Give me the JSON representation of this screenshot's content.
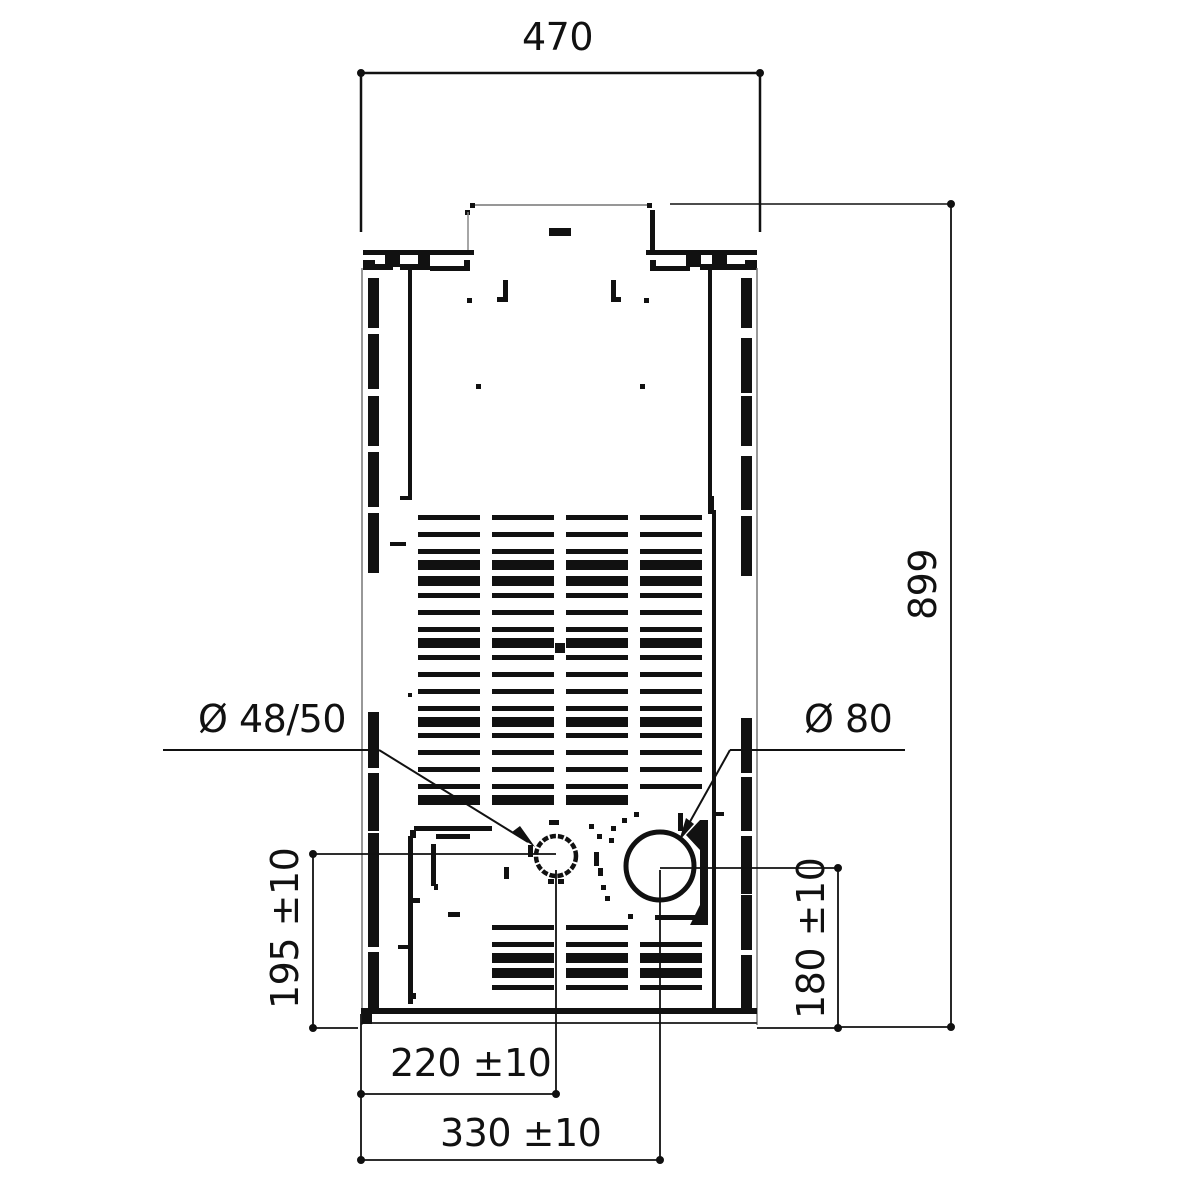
{
  "drawing": {
    "type": "technical dimension drawing (rear view)",
    "line_color": "#111111",
    "background": "#ffffff",
    "units": "mm"
  },
  "dimensions": {
    "overall_width": "470",
    "overall_height": "899",
    "small_outlet_diameter": "Ø 48/50",
    "large_outlet_diameter": "Ø 80",
    "small_outlet_height": "195 ±10",
    "large_outlet_height": "180 ±10",
    "small_outlet_horizontal": "220 ±10",
    "large_outlet_horizontal": "330 ±10"
  },
  "features": {
    "vent_grid": {
      "columns": 4,
      "upper_rows": 20,
      "lower_rows": 5
    },
    "outlets": [
      {
        "name": "small-outlet",
        "label": "Ø 48/50"
      },
      {
        "name": "large-outlet",
        "label": "Ø 80"
      }
    ]
  }
}
